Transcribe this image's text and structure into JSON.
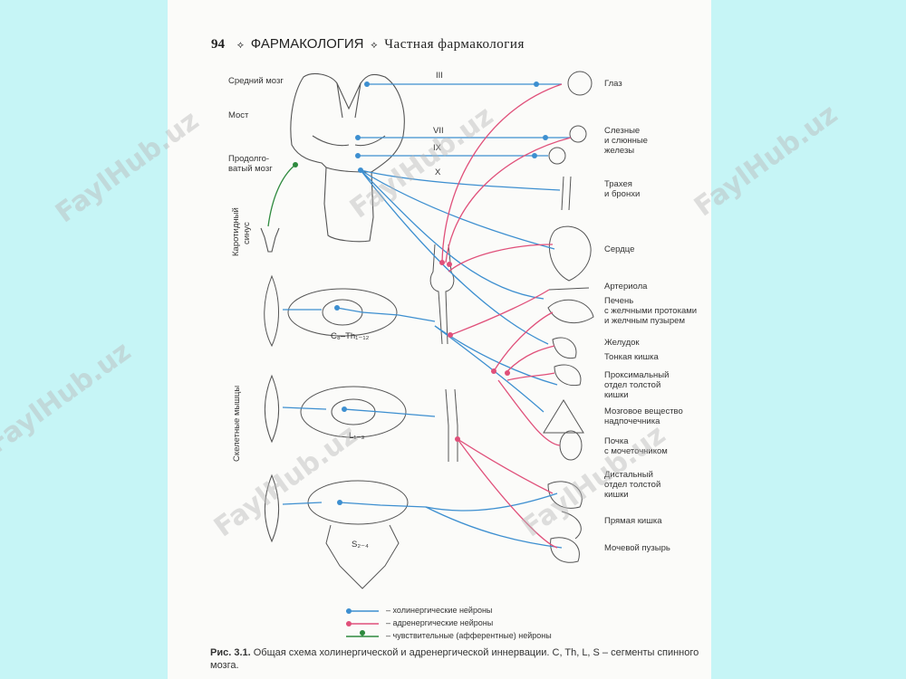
{
  "header": {
    "page_number": "94",
    "sep1": "⟡",
    "book": "ФАРМАКОЛОГИЯ",
    "sep2": "⟡",
    "section": "Частная фармакология"
  },
  "left_labels": {
    "midbrain": "Средний мозг",
    "pons": "Мост",
    "medulla_1": "Продолго-",
    "medulla_2": "ватый мозг",
    "carotid_1": "Каротидный",
    "carotid_2": "синус",
    "skeletal_muscles": "Скелетные мышцы"
  },
  "nerves": {
    "n3": "III",
    "n7": "VII",
    "n9": "IX",
    "n10": "X"
  },
  "segments": {
    "cervical": "C₈–Th₁₋₁₂",
    "lumbar": "L₁₋₃",
    "sacral": "S₂₋₄"
  },
  "organs": {
    "eye": "Глаз",
    "glands_1": "Слезные",
    "glands_2": "и слюнные",
    "glands_3": "железы",
    "trachea_1": "Трахея",
    "trachea_2": "и бронхи",
    "heart": "Сердце",
    "arteriole": "Артериола",
    "liver_1": "Печень",
    "liver_2": "с желчными протоками",
    "liver_3": "и желчным пузырем",
    "stomach": "Желудок",
    "small_intestine": "Тонкая кишка",
    "prox_colon_1": "Проксимальный",
    "prox_colon_2": "отдел толстой",
    "prox_colon_3": "кишки",
    "adrenal_1": "Мозговое вещество",
    "adrenal_2": "надпочечника",
    "kidney_1": "Почка",
    "kidney_2": "с мочеточником",
    "dist_colon_1": "Дистальный",
    "dist_colon_2": "отдел толстой",
    "dist_colon_3": "кишки",
    "rectum": "Прямая кишка",
    "bladder": "Мочевой пузырь"
  },
  "legend": {
    "cholinergic": "– холинергические нейроны",
    "adrenergic": "– адренергические нейроны",
    "sensory": "– чувствительные (афферентные) нейроны"
  },
  "caption": {
    "label": "Рис. 3.1.",
    "text": " Общая схема холинергической и адренергической иннервации. C, Th, L, S – сегменты спинного мозга."
  },
  "watermark": "FaylHub.uz",
  "colors": {
    "cholinergic": "#3d8fd0",
    "adrenergic": "#e0507a",
    "sensory": "#2e8a3e",
    "page_bg": "#c6f5f6"
  }
}
